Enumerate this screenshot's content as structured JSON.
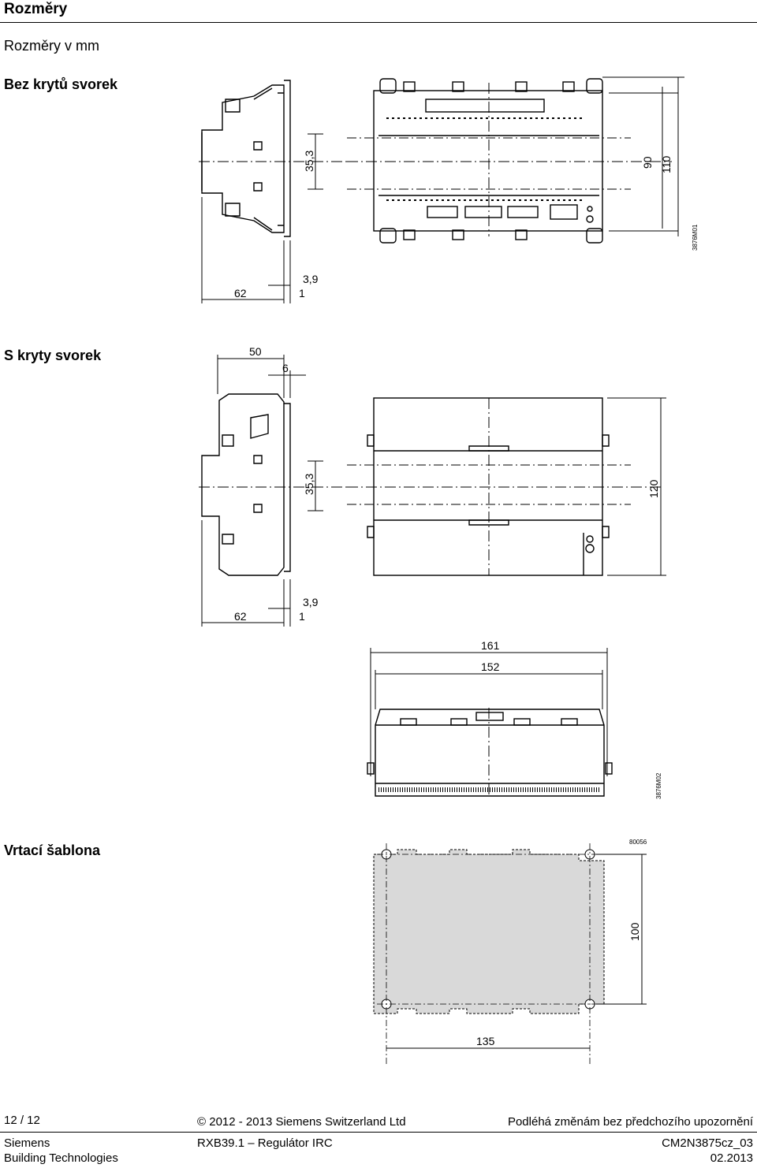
{
  "header": {
    "title": "Rozměry"
  },
  "intro": {
    "units": "Rozměry v mm"
  },
  "section1": {
    "title": "Bez krytů svorek",
    "dims": {
      "height": "35,3",
      "inner": "90",
      "outer": "110",
      "depth": "62",
      "rail": "3,9",
      "one": "1",
      "code": "3876M01"
    }
  },
  "section2": {
    "title": "S kryty svorek",
    "dims": {
      "top": "50",
      "top_small": "6",
      "height": "35,3",
      "outer": "120",
      "depth": "62",
      "rail": "3,9",
      "one": "1",
      "w_outer": "161",
      "w_inner": "152",
      "code": "3876M02"
    }
  },
  "section3": {
    "title": "Vrtací šablona",
    "dims": {
      "height": "100",
      "width": "135",
      "code": "80056"
    }
  },
  "footer": {
    "page": "12 / 12",
    "copyright": "2012 - 2013 Siemens Switzerland Ltd",
    "notice": "Podléhá změnám bez předchozího upozornění",
    "company": "Siemens",
    "division": "Building Technologies",
    "product": "RXB39.1 – Regulátor IRC",
    "doc_id": "CM2N3875cz_03",
    "date": "02.2013"
  }
}
